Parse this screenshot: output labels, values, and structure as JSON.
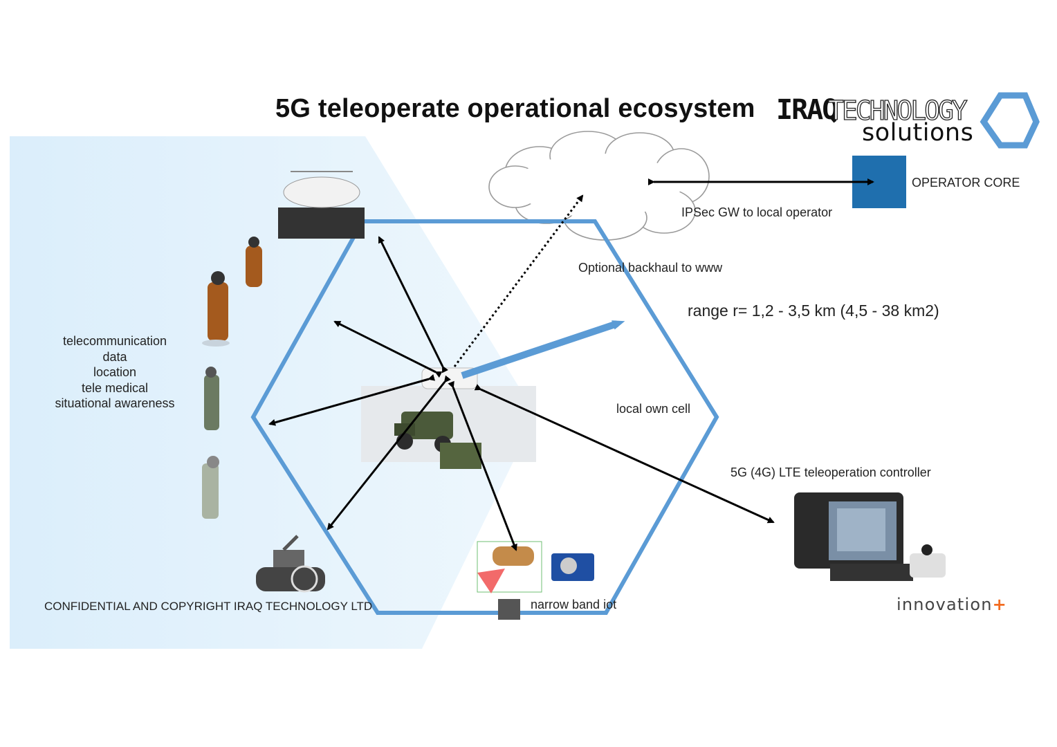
{
  "title": "5G teleoperate operational ecosystem",
  "logo": {
    "word_iraq": "IRAQ",
    "word_technology": "TECHNOLOGY",
    "word_solutions": "solutions"
  },
  "nodes": {
    "operator_core": "OPERATOR CORE",
    "ipsec_gw": "IPSec GW to local operator",
    "optional_backhaul": "Optional backhaul to www",
    "range": "range r= 1,2 - 3,5 km (4,5 - 38 km2)",
    "local_cell": "local own cell",
    "controller": "5G (4G) LTE teleoperation controller",
    "narrow_band": "narrow band iot"
  },
  "usage_list": [
    "telecommunication",
    "data",
    "location",
    "tele medical",
    "situational awareness"
  ],
  "footer": {
    "copyright": "CONFIDENTIAL AND COPYRIGHT IRAQ TECHNOLOGY LTD",
    "brand_word": "innovation",
    "brand_mark": "+"
  },
  "colors": {
    "hex_blue": "#5b9bd5",
    "panel_bg": "#e3f1fb",
    "operator_core": "#1f6fae",
    "innovation_plus": "#f26c21"
  }
}
